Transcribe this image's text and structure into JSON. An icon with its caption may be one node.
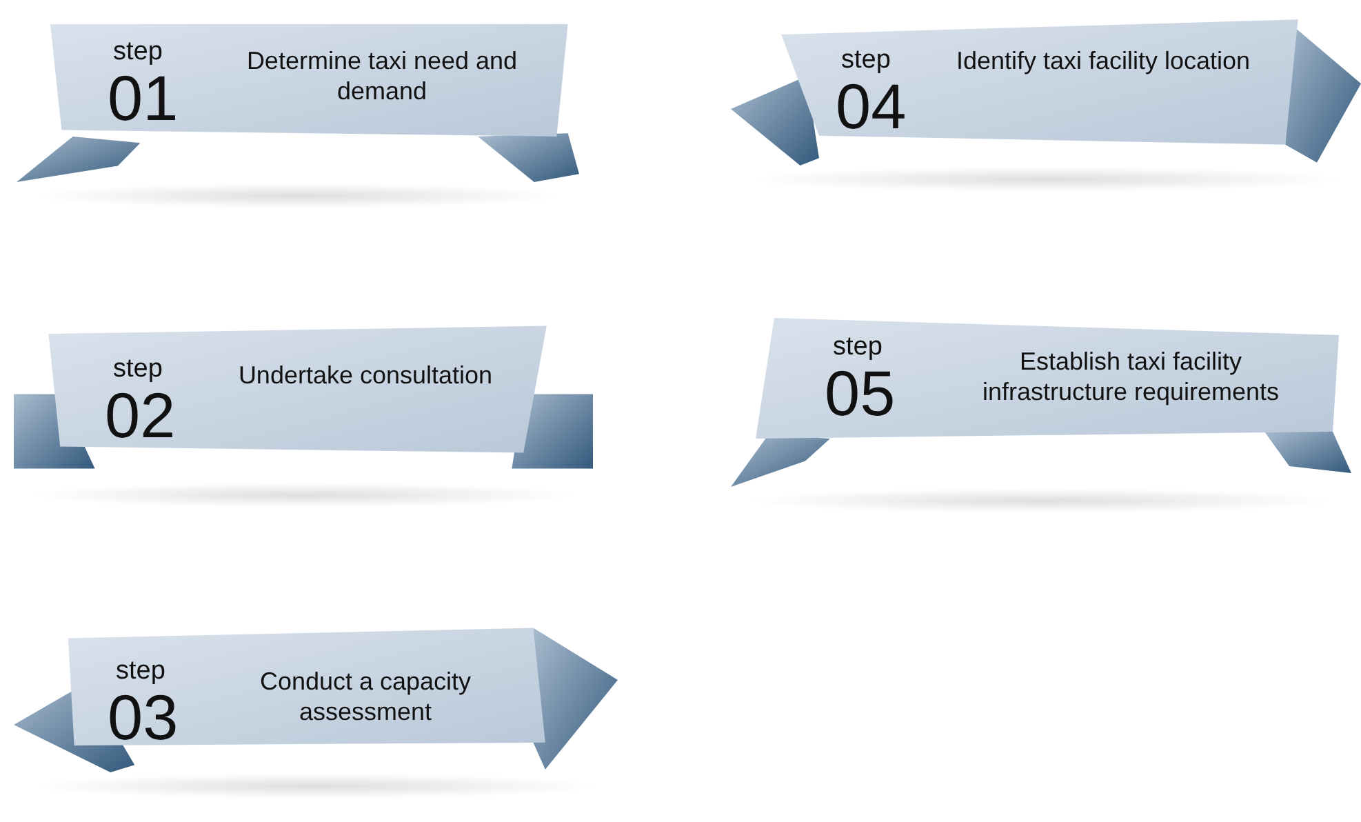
{
  "diagram": {
    "nodes": [
      {
        "text": [
          "step",
          "01",
          "Determine taxi need and demand"
        ]
      },
      {
        "text": [
          "step",
          "02",
          "Undertake consultation"
        ]
      },
      {
        "text": [
          "step",
          "03",
          "Conduct a capacity assessment"
        ]
      },
      {
        "text": [
          "step",
          "04",
          "Identify taxi facility location"
        ]
      },
      {
        "text": [
          "step",
          "05",
          "Establish taxi facility infrastructure requirements"
        ]
      }
    ],
    "edges": []
  }
}
